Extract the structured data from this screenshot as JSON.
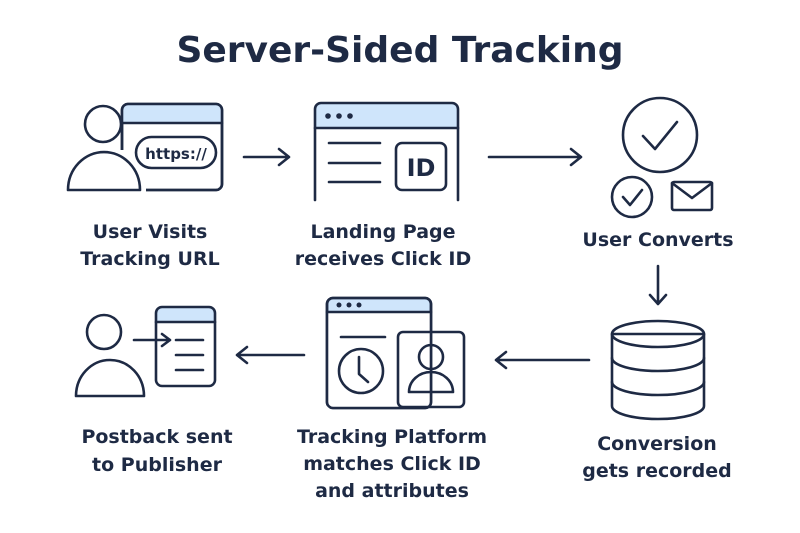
{
  "title": "Server-Sided Tracking",
  "colors": {
    "ink": "#1e2a44",
    "blue": "#cfe5fb",
    "pink": "#f9dde6",
    "yellow": "#fdf3c0"
  },
  "steps": [
    {
      "icon": "user-browser-icon",
      "url_text": "https://",
      "lines": [
        "User Visits",
        "Tracking URL"
      ]
    },
    {
      "icon": "landing-page-icon",
      "badge": "ID",
      "lines": [
        "Landing Page",
        "receives Click ID"
      ]
    },
    {
      "icon": "conversion-check-icon",
      "lines": [
        "User Converts"
      ]
    },
    {
      "icon": "database-icon",
      "lines": [
        "Conversion",
        "gets recorded"
      ]
    },
    {
      "icon": "tracking-platform-icon",
      "lines": [
        "Tracking Platform",
        "matches Click ID",
        "and attributes"
      ]
    },
    {
      "icon": "postback-icon",
      "lines": [
        "Postback sent",
        "to Publisher"
      ]
    }
  ]
}
